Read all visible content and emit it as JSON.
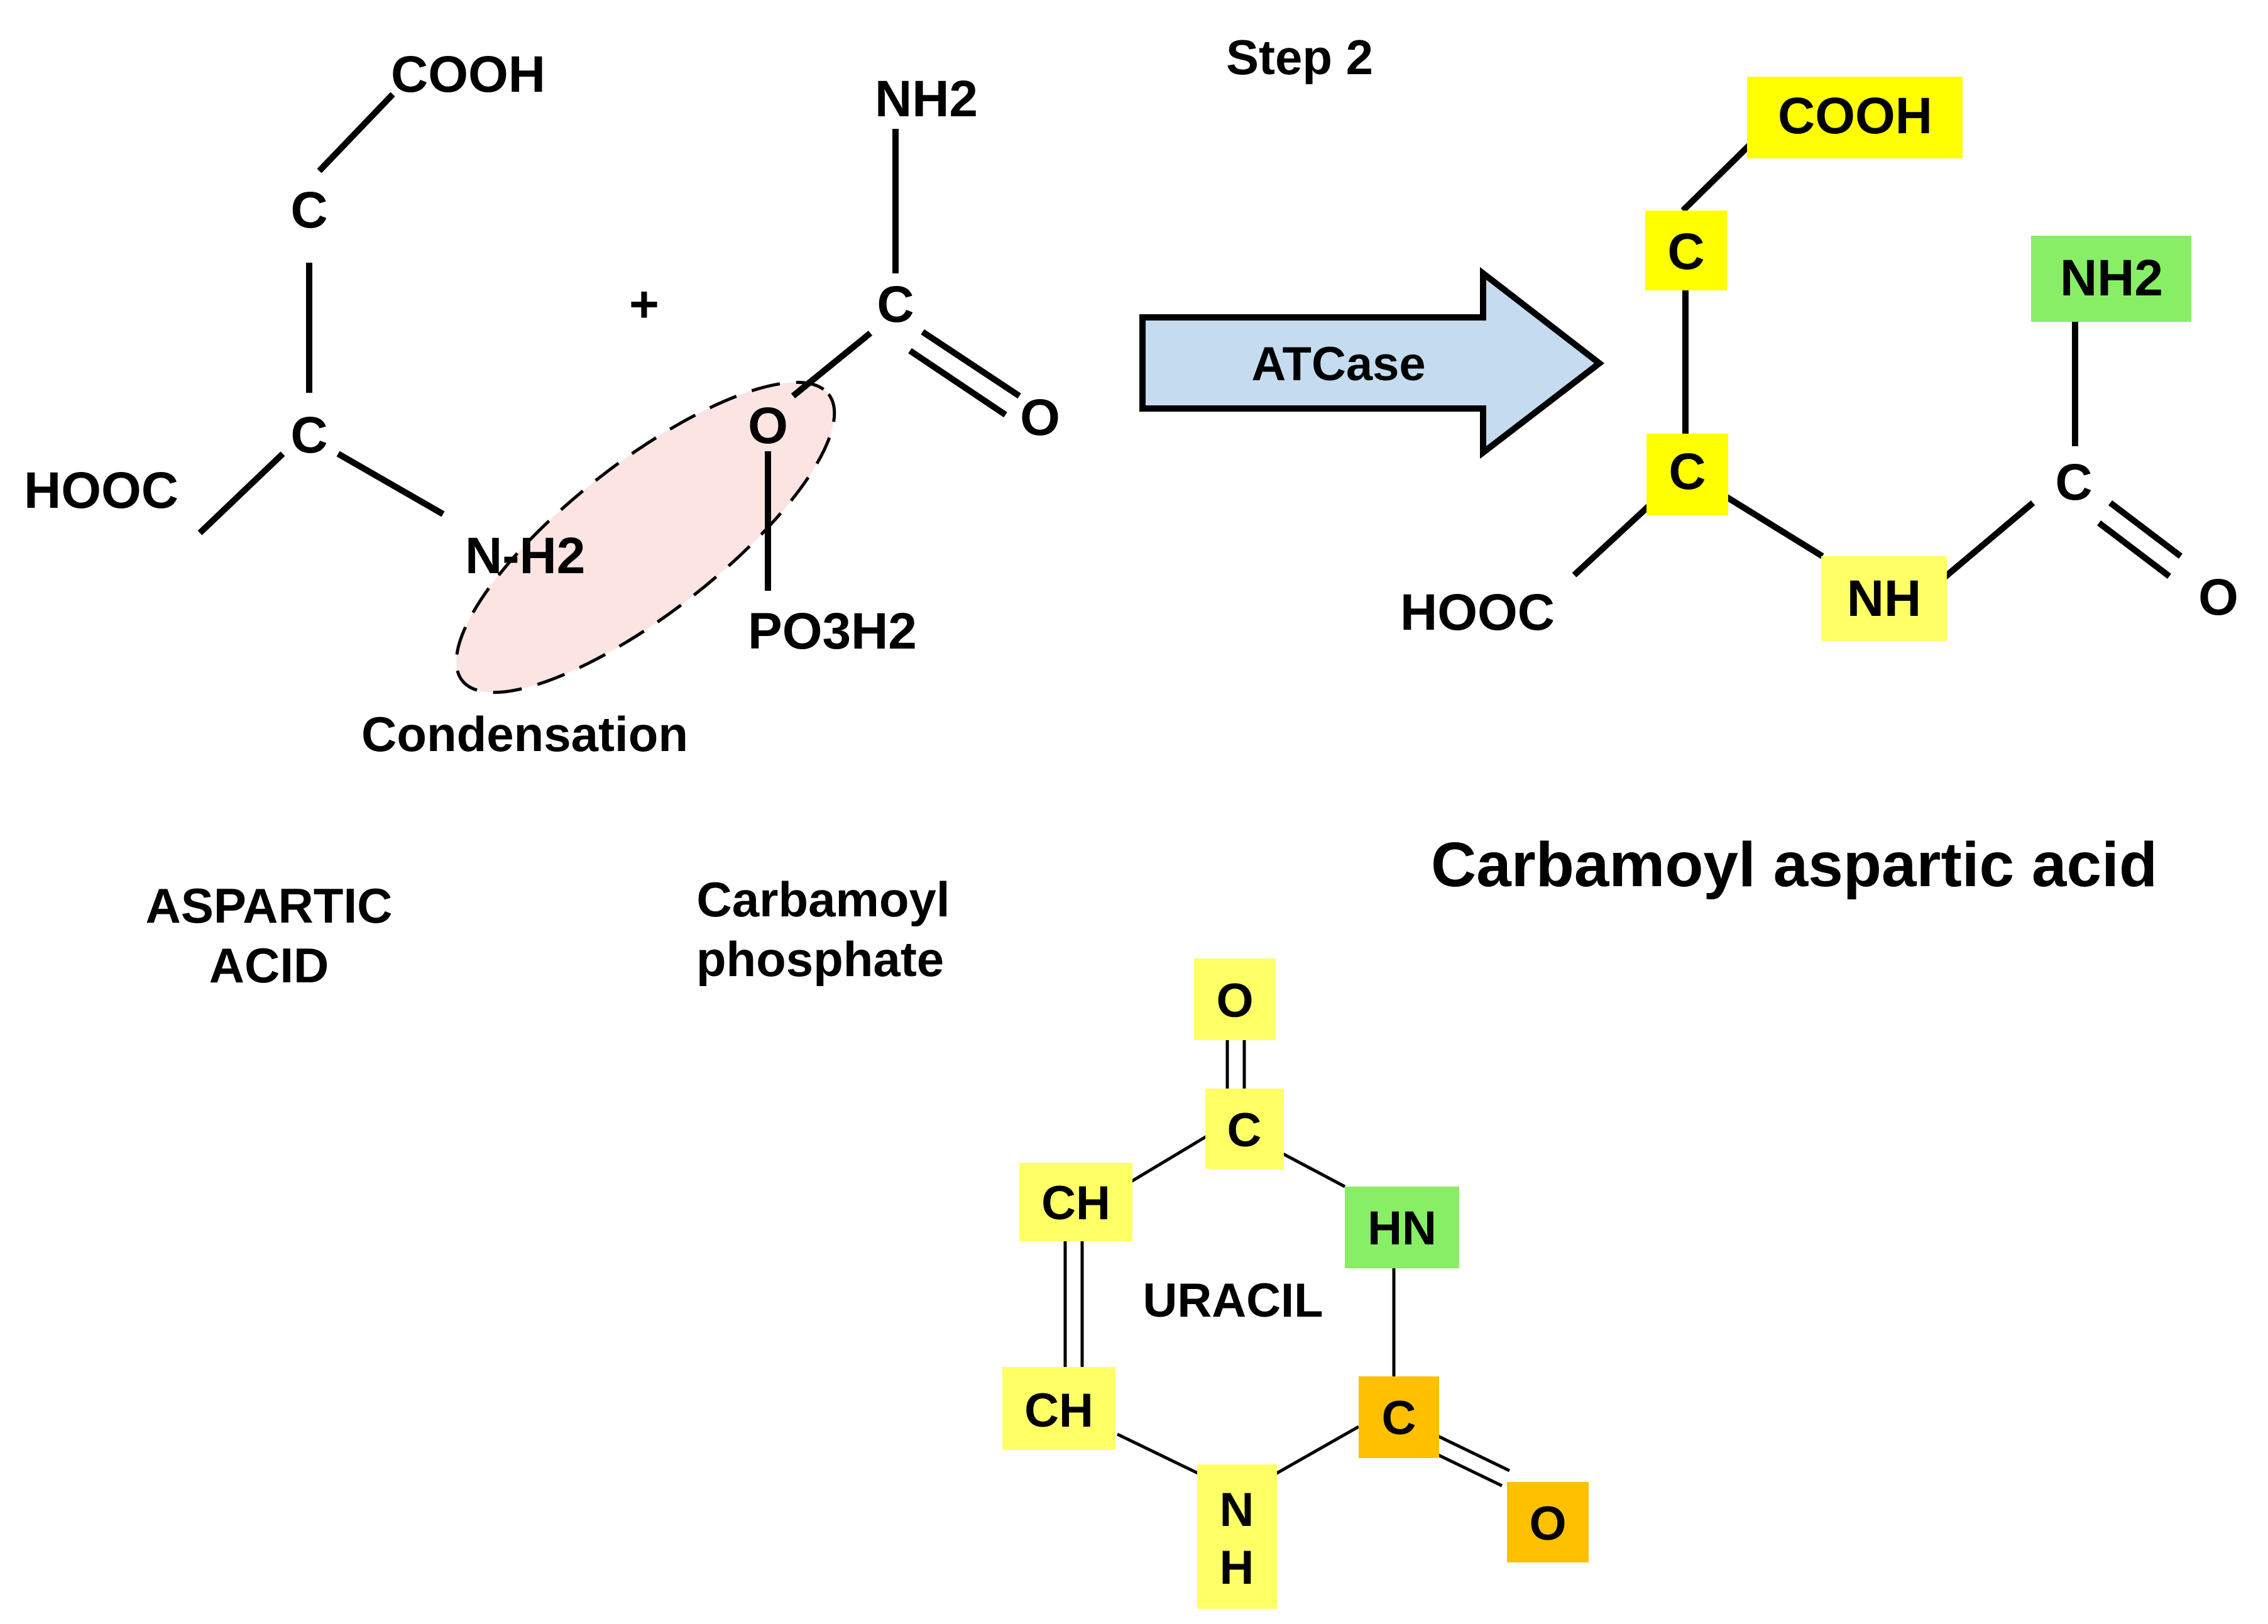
{
  "step_label": "Step 2",
  "plus_sign": "+",
  "enzyme_label": "ATCase",
  "condensation_label": "Condensation",
  "colors": {
    "yellow": "#ffff00",
    "light_yellow": "#ffff66",
    "green": "#88ee66",
    "orange": "#ffc000",
    "arrow_fill": "#c5dcf0",
    "ellipse_fill": "#fbe4e2"
  },
  "aspartic_acid": {
    "caption_line1": "ASPARTIC",
    "caption_line2": "ACID",
    "atoms": {
      "cooh_top": "COOH",
      "c_upper": "C",
      "c_lower": "C",
      "hooc": "HOOC",
      "nh2": "N-H2"
    }
  },
  "carbamoyl_phosphate": {
    "caption_line1": "Carbamoyl",
    "caption_line2": "phosphate",
    "atoms": {
      "nh2": "NH2",
      "c": "C",
      "o_double": "O",
      "o_bridge": "O",
      "po3h2": "PO3H2"
    }
  },
  "carbamoyl_aspartic_acid": {
    "caption": "Carbamoyl aspartic acid",
    "atoms": {
      "cooh": "COOH",
      "c_upper": "C",
      "c_lower": "C",
      "hooc": "HOOC",
      "nh": "NH",
      "nh2": "NH2",
      "c_carbonyl": "C",
      "o": "O"
    }
  },
  "uracil": {
    "caption": "URACIL",
    "atoms": {
      "o_top": "O",
      "c_top": "C",
      "ch_upper": "CH",
      "ch_lower": "CH",
      "hn": "HN",
      "c_right": "C",
      "o_right": "O",
      "n": "N",
      "h": "H"
    }
  }
}
